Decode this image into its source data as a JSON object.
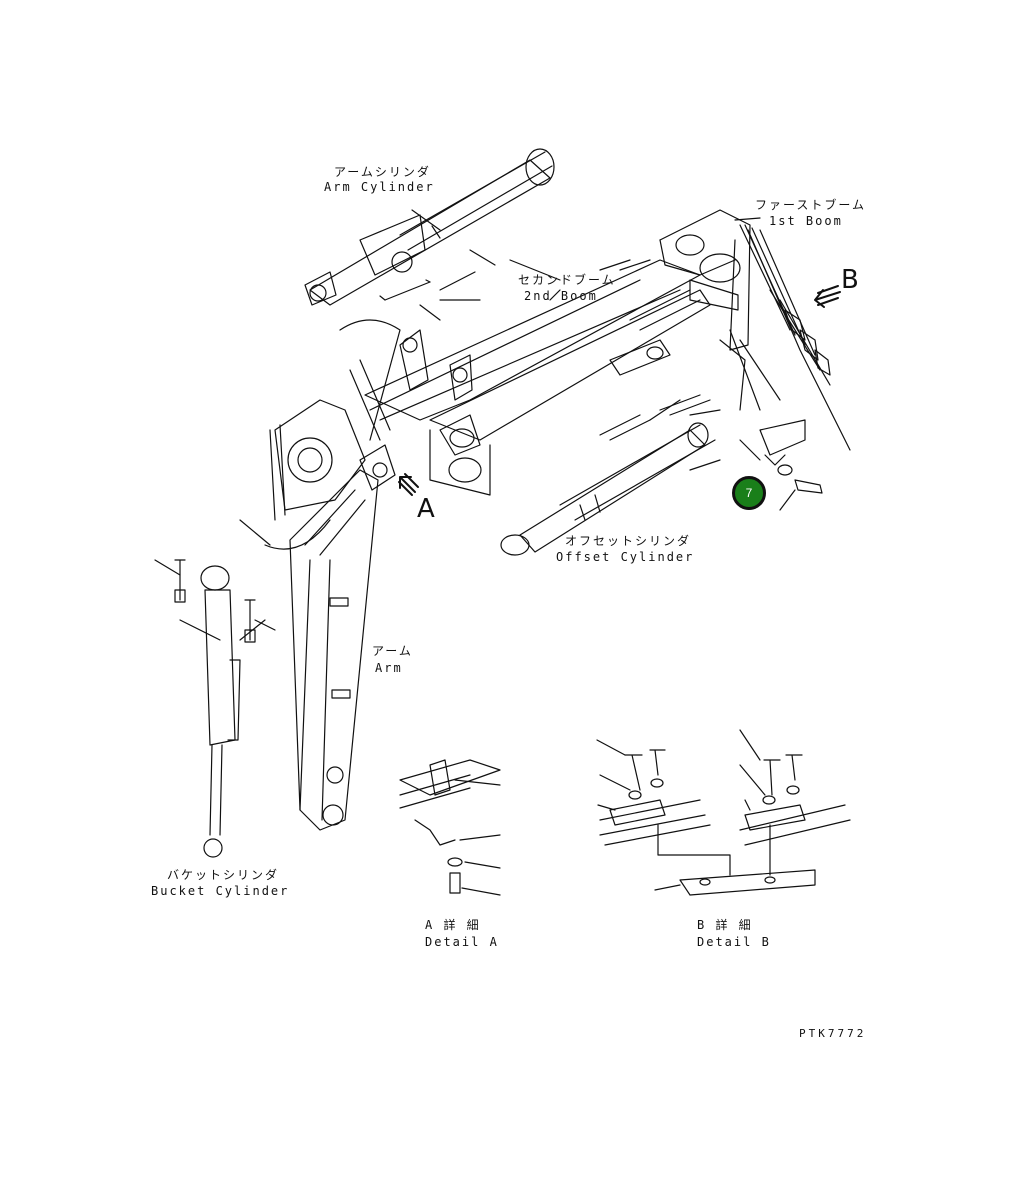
{
  "labels": {
    "arm_cylinder_jp": "アームシリンダ",
    "arm_cylinder_en": "Arm Cylinder",
    "first_boom_jp": "ファーストブーム",
    "first_boom_en": "1st Boom",
    "second_boom_jp": "セカンドブーム",
    "second_boom_en": "2nd Boom",
    "offset_cylinder_jp": "オフセットシリンダ",
    "offset_cylinder_en": "Offset Cylinder",
    "arm_jp": "アーム",
    "arm_en": "Arm",
    "bucket_cylinder_jp": "バケットシリンダ",
    "bucket_cylinder_en": "Bucket Cylinder",
    "detail_a_jp": "A 詳 細",
    "detail_a_en": "Detail A",
    "detail_b_jp": "B 詳 細",
    "detail_b_en": "Detail B",
    "view_a": "A",
    "view_b": "B"
  },
  "callout": {
    "number": "7",
    "color": "#1a7f1a"
  },
  "drawing_code": "PTK7772"
}
